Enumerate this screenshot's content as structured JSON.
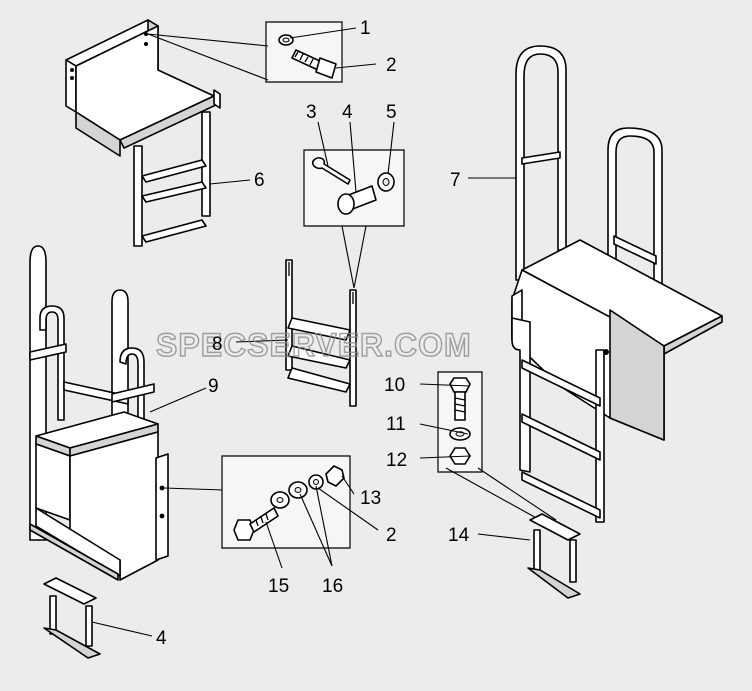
{
  "watermark": "SPECSERVER.COM",
  "callouts": {
    "c1": "1",
    "c2a": "2",
    "c3": "3",
    "c4a": "4",
    "c5": "5",
    "c6": "6",
    "c7": "7",
    "c8": "8",
    "c9": "9",
    "c10": "10",
    "c11": "11",
    "c12": "12",
    "c13": "13",
    "c2b": "2",
    "c14": "14",
    "c15": "15",
    "c16": "16",
    "c4b": "4"
  }
}
